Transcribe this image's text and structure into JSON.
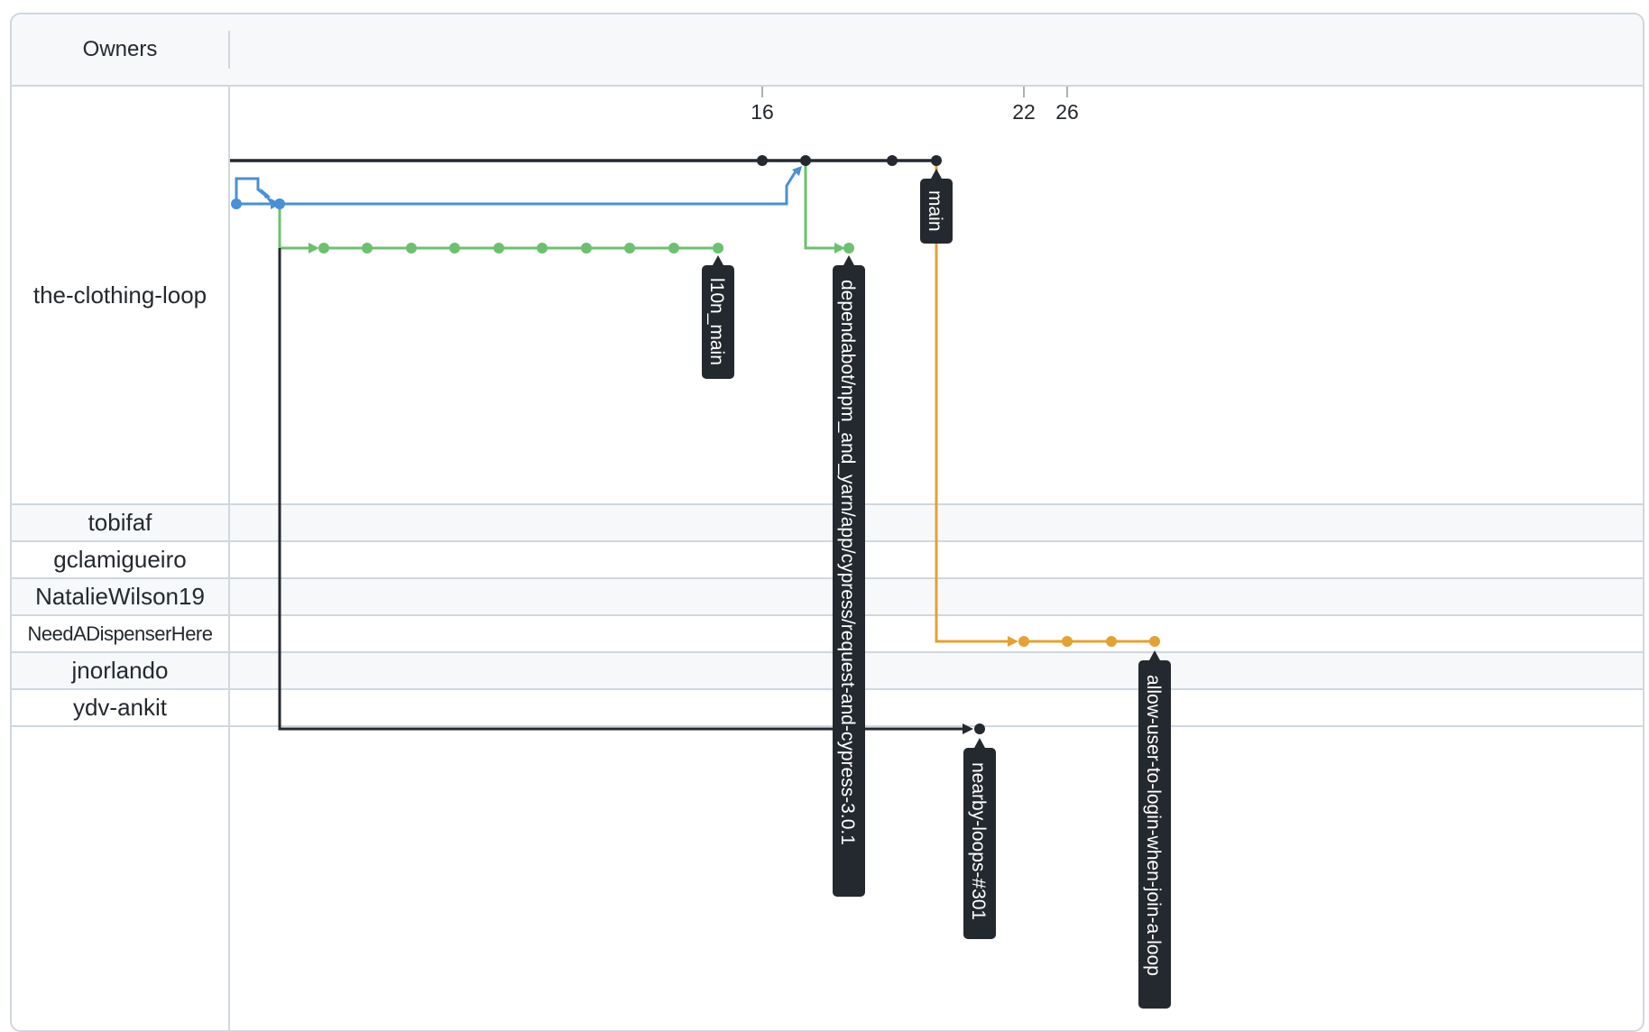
{
  "header": {
    "title": "Owners"
  },
  "owners": [
    {
      "name": "the-clothing-loop"
    },
    {
      "name": "tobifaf"
    },
    {
      "name": "gclamigueiro"
    },
    {
      "name": "NatalieWilson19"
    },
    {
      "name": "NeedADispenserHere"
    },
    {
      "name": "jnorlando"
    },
    {
      "name": "ydv-ankit"
    }
  ],
  "ticks": [
    "16",
    "22",
    "26"
  ],
  "branches": {
    "main": {
      "label": "main",
      "color": "#24292f"
    },
    "blue": {
      "color": "#4a90d2"
    },
    "l10n": {
      "label": "l10n_main",
      "color": "#6cc070"
    },
    "dependabot": {
      "label": "dependabot/npm_and_yarn/app/cypress/request-and-cypress-3.0.1",
      "color": "#6cc070"
    },
    "allow_user": {
      "label": "allow-user-to-login-when-join-a-loop",
      "color": "#e3a235"
    },
    "nearby": {
      "label": "nearby-loops-#301",
      "color": "#24292f"
    }
  },
  "label_bg_color": "#24292f"
}
